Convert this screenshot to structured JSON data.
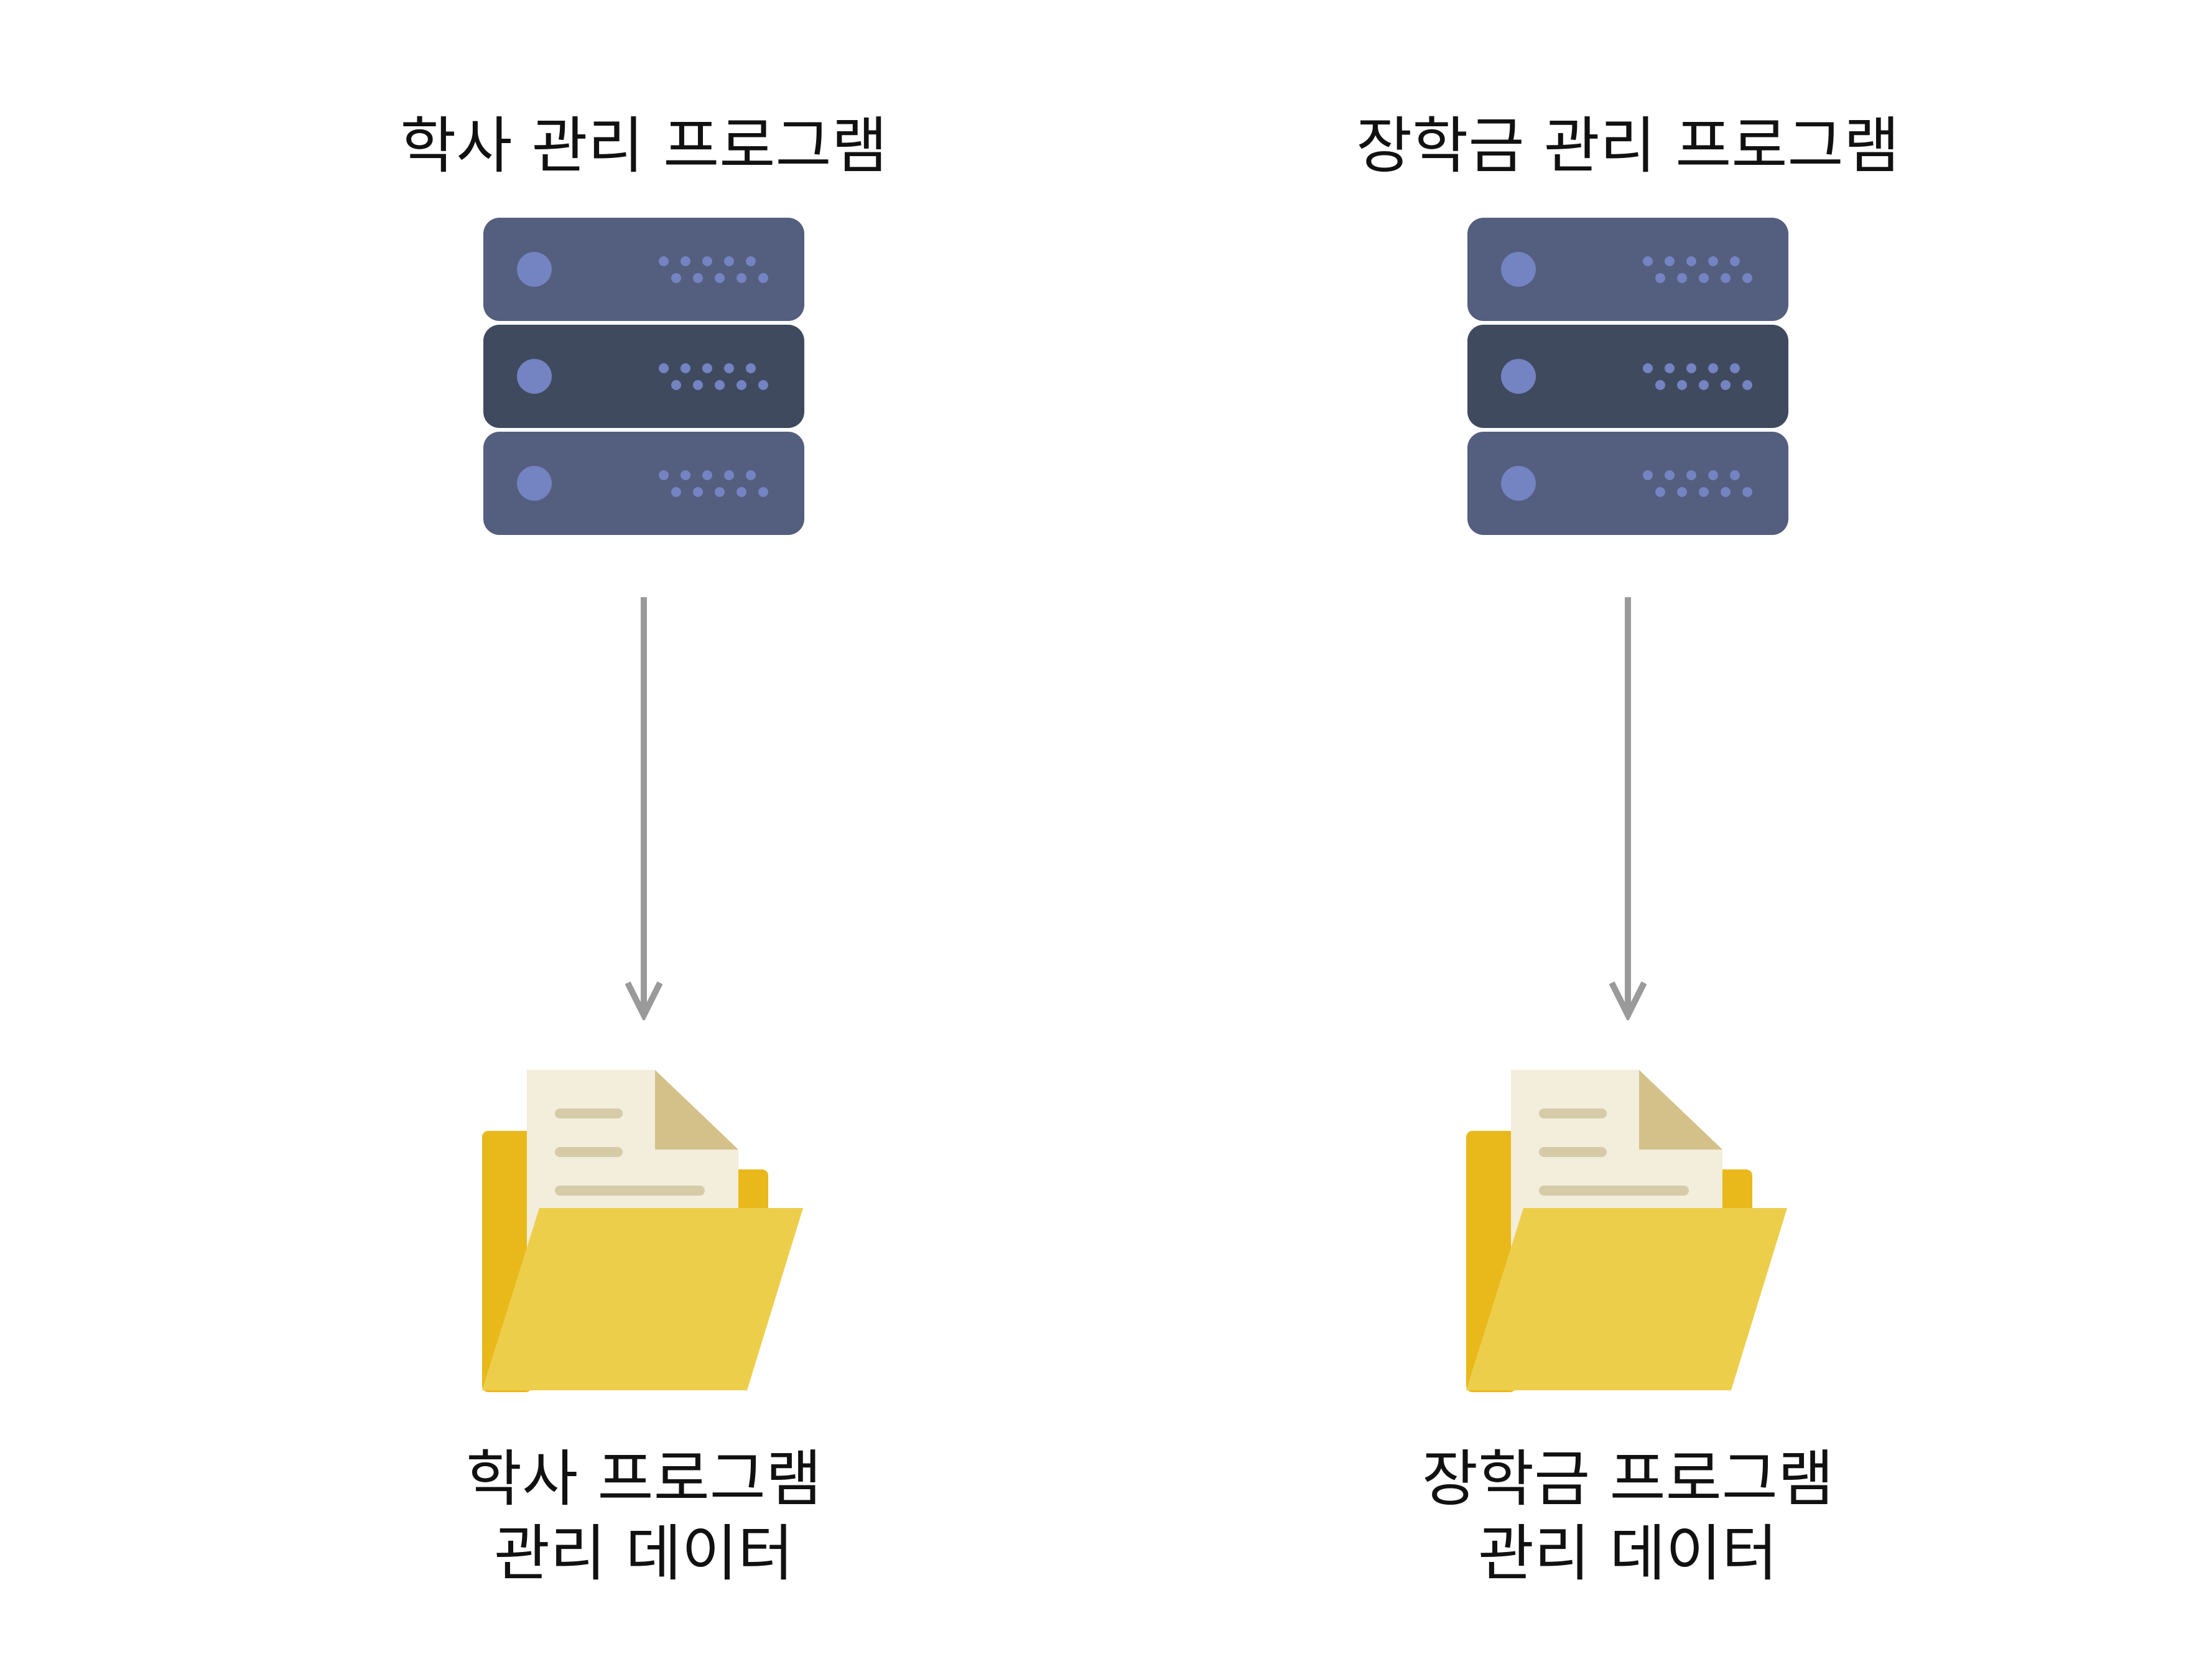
{
  "columns": [
    {
      "title": "학사 관리 프로그램",
      "caption_line1": "학사 프로그램",
      "caption_line2": "관리 데이터"
    },
    {
      "title": "장학금 관리 프로그램",
      "caption_line1": "장학금 프로그램",
      "caption_line2": "관리 데이터"
    }
  ],
  "icons": {
    "server": "server-rack-icon",
    "folder": "folder-with-document-icon",
    "arrow": "arrow-down-icon"
  },
  "colors": {
    "server_light": "#545E7E",
    "server_dark": "#404A5F",
    "server_led": "#7483C2",
    "arrow": "#9A9A9A",
    "folder_back": "#E9B81B",
    "folder_front": "#EDCE4B",
    "paper": "#F3EDDC",
    "paper_fold": "#D4C18A",
    "paper_lines": "#D5CBA6"
  }
}
